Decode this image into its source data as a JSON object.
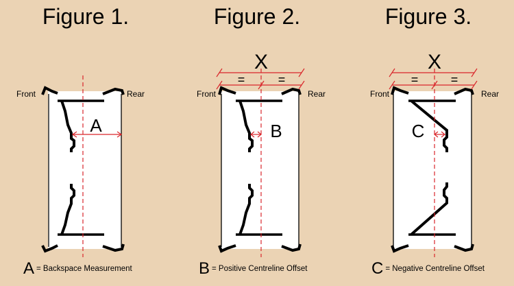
{
  "figures": [
    {
      "title": "Figure 1.",
      "front_label": "Front",
      "rear_label": "Rear",
      "dimension_letter": "A",
      "caption_letter": "A",
      "caption_text": "= Backspace Measurement"
    },
    {
      "title": "Figure 2.",
      "front_label": "Front",
      "rear_label": "Rear",
      "dimension_letter": "B",
      "width_label": "X",
      "half_labels": [
        "=",
        "="
      ],
      "caption_letter": "B",
      "caption_text": "= Positive Centreline Offset"
    },
    {
      "title": "Figure 3.",
      "front_label": "Front",
      "rear_label": "Rear",
      "dimension_letter": "C",
      "width_label": "X",
      "half_labels": [
        "=",
        "="
      ],
      "caption_letter": "C",
      "caption_text": "= Negative Centreline Offset"
    }
  ],
  "colors": {
    "background": "#ebd3b4",
    "wheel_fill": "#ffffff",
    "wheel_stroke": "#000000",
    "dimension_red": "#d9262b"
  }
}
